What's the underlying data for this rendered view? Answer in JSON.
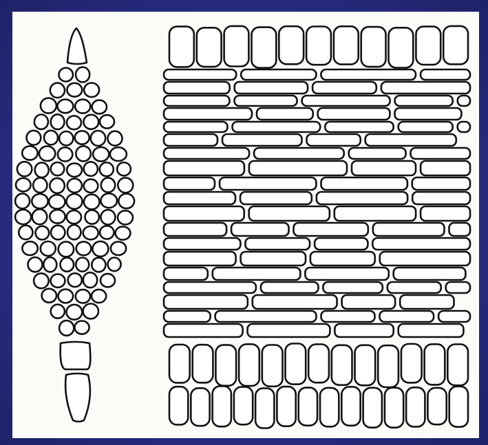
{
  "figure": {
    "panel_color": "#fbfbf8",
    "frame_color": "#2a2f86",
    "line_color": "#111111",
    "parts": [
      {
        "name": "cross-section",
        "shape": "spindle"
      },
      {
        "name": "longitudinal-section",
        "shape": "layered-block"
      }
    ]
  }
}
